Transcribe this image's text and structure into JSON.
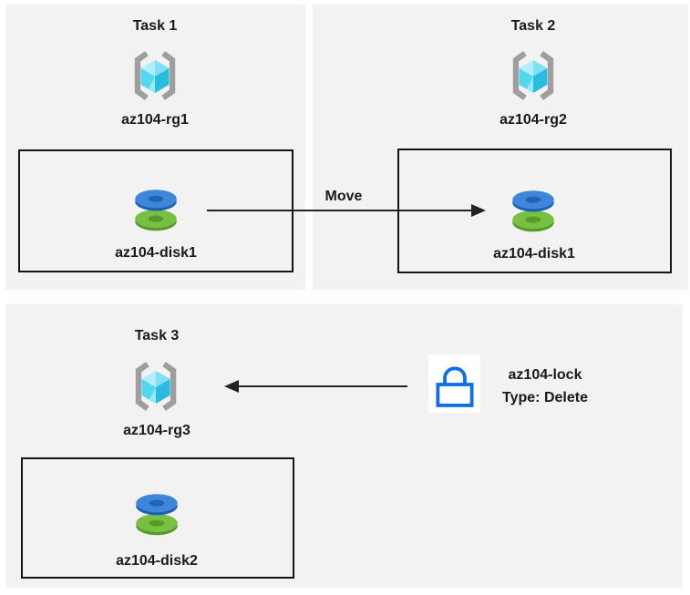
{
  "diagram": {
    "tasks": [
      {
        "title": "Task 1",
        "resource_group": "az104-rg1",
        "disk": "az104-disk1"
      },
      {
        "title": "Task 2",
        "resource_group": "az104-rg2",
        "disk": "az104-disk1"
      },
      {
        "title": "Task 3",
        "resource_group": "az104-rg3",
        "disk": "az104-disk2"
      }
    ],
    "move_arrow": {
      "label": "Move",
      "from": "az104-rg1 disk box",
      "to": "az104-rg2 disk box"
    },
    "lock": {
      "name": "az104-lock",
      "type_line": "Type: Delete",
      "points_to": "az104-rg3"
    }
  },
  "icons": {
    "resource_group": "resource-group-icon",
    "managed_disk": "managed-disk-icon",
    "lock": "lock-icon"
  },
  "colors": {
    "panel_bg": "#f2f2f2",
    "box_border": "#141414",
    "arrow": "#232323",
    "text": "#1a1a1a",
    "bracket_gray": "#9e9e9e",
    "cube_top_left": "#b2edfa",
    "cube_top_right": "#7fe0f5",
    "cube_bottom_left": "#53d7f0",
    "cube_bottom_right": "#29bce0",
    "cube_wedge": "#9ae8f7",
    "disk_blue_top": "#3e86d8",
    "disk_blue_side": "#1d5fb2",
    "disk_blue_hole": "#2263b5",
    "disk_green_top": "#77c043",
    "disk_green_side": "#55982c",
    "disk_green_hole": "#549b2a",
    "lock_blue": "#0e6fe3"
  }
}
